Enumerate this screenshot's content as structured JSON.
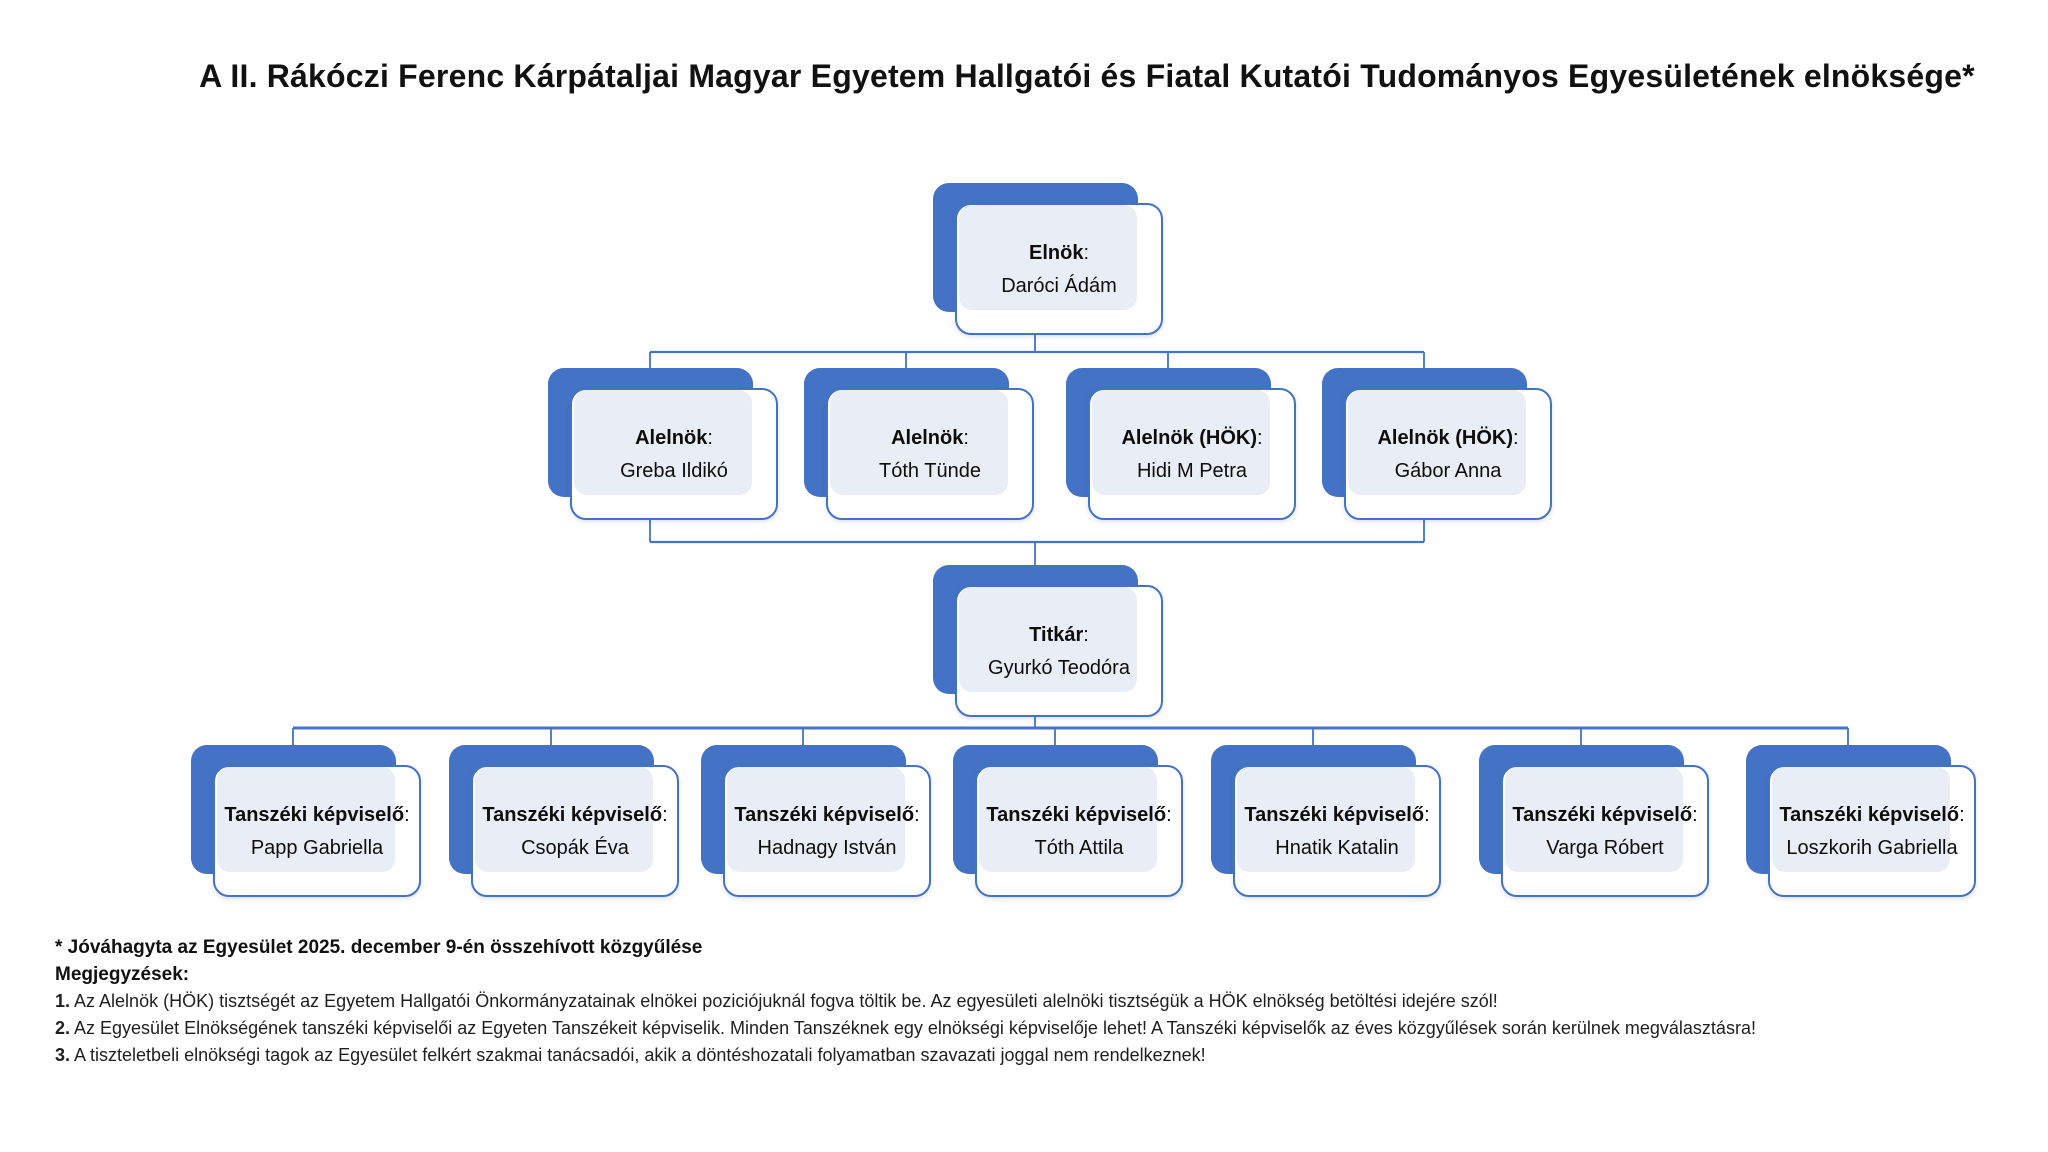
{
  "title": "A II. Rákóczi Ferenc Kárpátaljai Magyar Egyetem Hallgatói és Fiatal Kutatói Tudományos Egyesületének elnöksége*",
  "ui": {
    "colon": ":"
  },
  "org": {
    "president": {
      "role": "Elnök",
      "name": "Daróci Ádám"
    },
    "vice_presidents": [
      {
        "role": "Alelnök",
        "name": "Greba Ildikó"
      },
      {
        "role": "Alelnök",
        "name": "Tóth Tünde"
      },
      {
        "role": "Alelnök (HÖK)",
        "name": "Hidi M Petra"
      },
      {
        "role": "Alelnök (HÖK)",
        "name": "Gábor Anna"
      }
    ],
    "secretary": {
      "role": "Titkár",
      "name": "Gyurkó Teodóra"
    },
    "representatives": [
      {
        "role": "Tanszéki képviselő",
        "name": "Papp Gabriella"
      },
      {
        "role": "Tanszéki képviselő",
        "name": "Csopák Éva"
      },
      {
        "role": "Tanszéki képviselő",
        "name": "Hadnagy István"
      },
      {
        "role": "Tanszéki képviselő",
        "name": "Tóth Attila"
      },
      {
        "role": "Tanszéki képviselő",
        "name": "Hnatik Katalin"
      },
      {
        "role": "Tanszéki képviselő",
        "name": "Varga Róbert"
      },
      {
        "role": "Tanszéki képviselő",
        "name": "Loszkorih Gabriella"
      }
    ]
  },
  "footnotes": {
    "approval": "* Jóváhagyta az Egyesület 2025. december 9-én összehívott közgyűlése",
    "notes_heading": "Megjegyzések:",
    "notes": [
      {
        "num": "1.",
        "text": " Az Alelnök (HÖK) tisztségét az Egyetem Hallgatói Önkormányzatainak elnökei poziciójuknál fogva töltik be. Az egyesületi alelnöki tisztségük a HÖK elnökség betöltési idejére szól!"
      },
      {
        "num": "2.",
        "text": " Az Egyesület Elnökségének tanszéki képviselői az Egyeten Tanszékeit képviselik. Minden Tanszéknek egy elnökségi képviselője lehet! A Tanszéki képviselők az éves közgyűlések során kerülnek megválasztásra!"
      },
      {
        "num": "3.",
        "text": " A tiszteletbeli elnökségi tagok az Egyesület felkért szakmai tanácsadói, akik a döntéshozatali folyamatban szavazati joggal nem rendelkeznek!"
      }
    ]
  },
  "colors": {
    "accent_blue": "#4472C4",
    "node_fill": "#E9EDF6",
    "connector": "#4472C4",
    "background": "#FFFFFF"
  }
}
